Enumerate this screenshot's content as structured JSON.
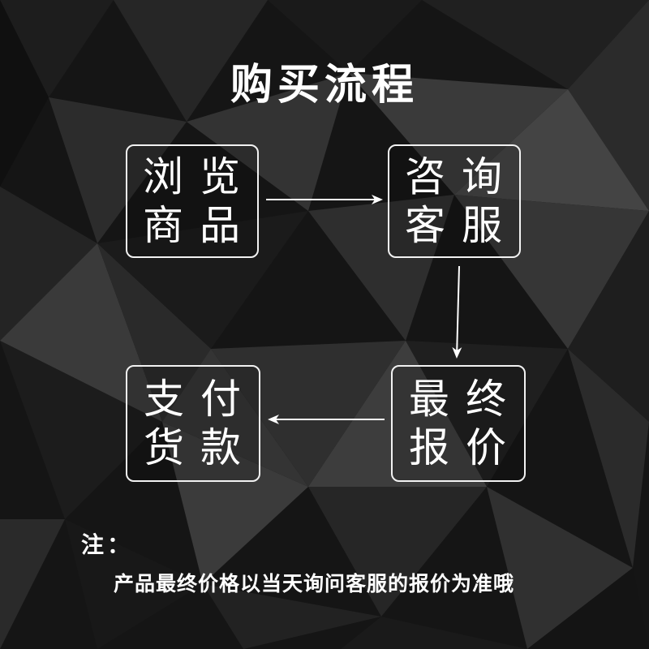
{
  "title": "购买流程",
  "steps": [
    {
      "line1": "浏 览",
      "line2": "商 品"
    },
    {
      "line1": "咨 询",
      "line2": "客 服"
    },
    {
      "line1": "最 终",
      "line2": "报 价"
    },
    {
      "line1": "支 付",
      "line2": "货 款"
    }
  ],
  "note": {
    "label": "注：",
    "text": "产品最终价格以当天询问客服的报价为准哦"
  },
  "colors": {
    "background": "#141414",
    "text": "#ffffff",
    "border": "#f2f2f2",
    "arrow": "#ffffff"
  }
}
